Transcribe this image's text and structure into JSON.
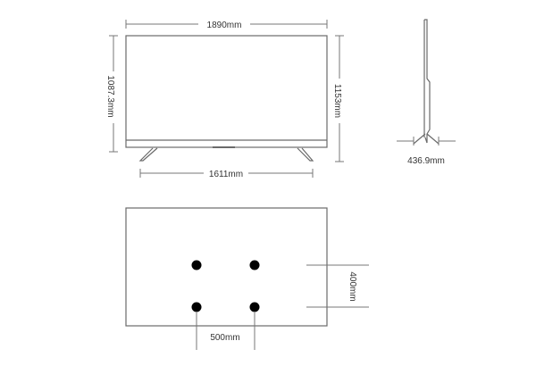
{
  "front_view": {
    "width_label": "1890mm",
    "height_label": "1087.3mm",
    "height_with_stand_label": "1153mm",
    "stand_span_label": "1611mm"
  },
  "side_view": {
    "stand_depth_label": "436.9mm"
  },
  "back_view": {
    "vesa_horizontal_label": "500mm",
    "vesa_vertical_label": "400mm"
  },
  "colors": {
    "line": "#555555",
    "mount_hole": "#000000"
  }
}
